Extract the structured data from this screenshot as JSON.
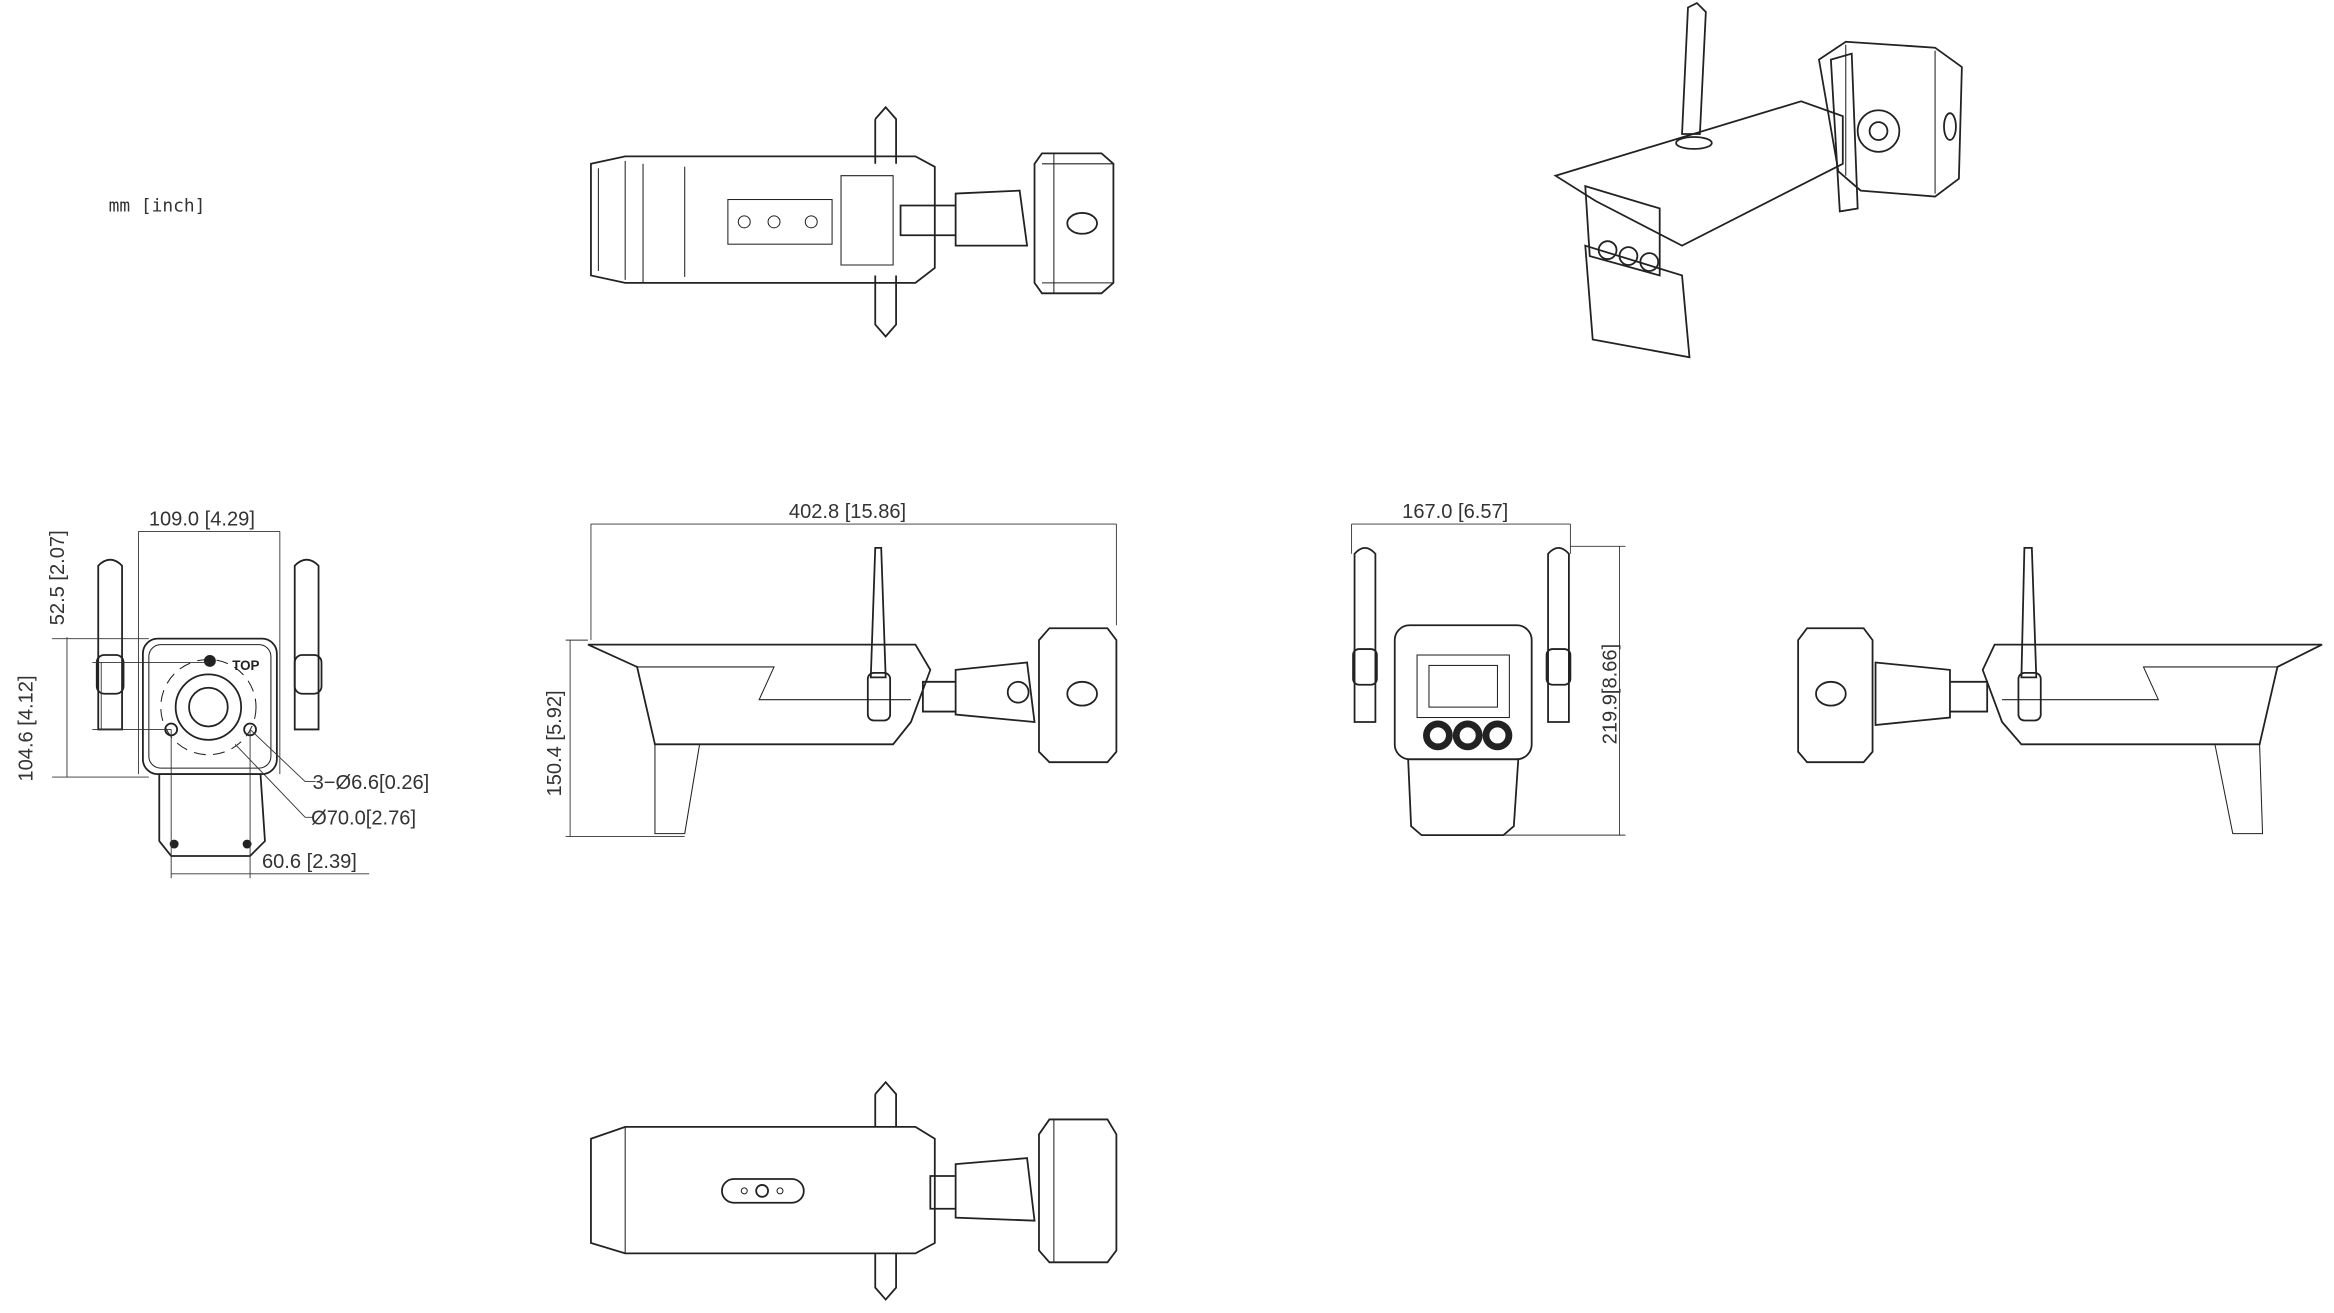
{
  "units_label": "mm [inch]",
  "dimensions": {
    "front_width": "109.0 [4.29]",
    "front_mount_height": "52.5 [2.07]",
    "front_height": "104.6 [4.12]",
    "hole_spec": "3−Ø6.6[0.26]",
    "bolt_circle": "Ø70.0[2.76]",
    "hole_spacing": "60.6 [2.39]",
    "side_length": "402.8 [15.86]",
    "side_height": "150.4 [5.92]",
    "front2_width": "167.0 [6.57]",
    "front2_height": "219.9[8.66]"
  },
  "marking": "TOP"
}
